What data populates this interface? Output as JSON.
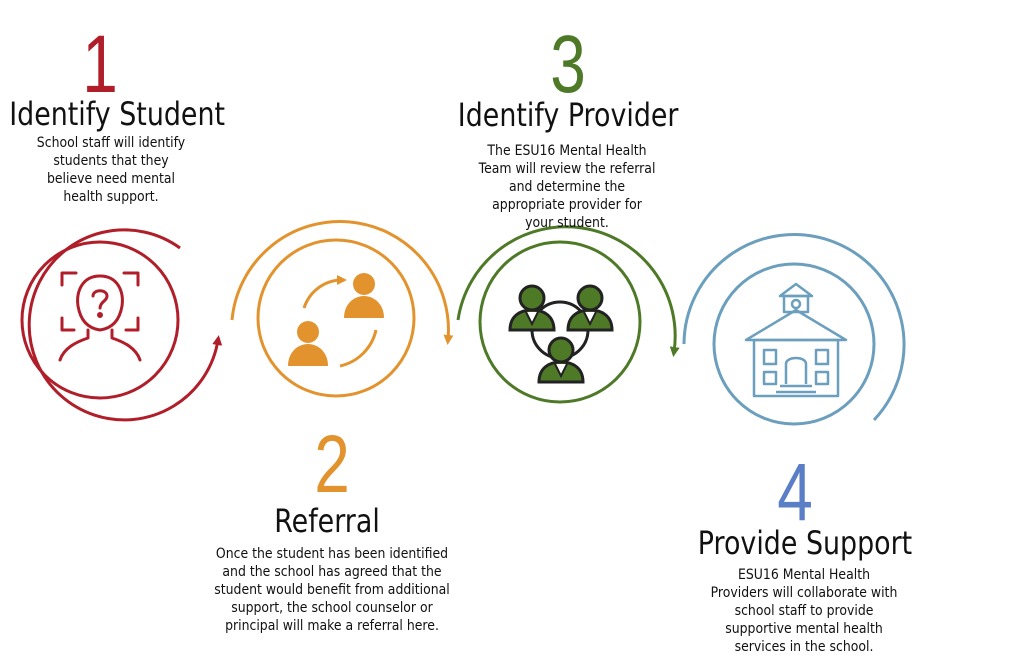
{
  "colors": {
    "step1": "#b01e2a",
    "step2": "#e3932d",
    "step3": "#4e7a27",
    "step4": "#6b9fbd",
    "num4": "#5b7fc6"
  },
  "steps": [
    {
      "number": "1",
      "title": "Identify Student",
      "description": "School staff will identify students that they believe need mental health support.",
      "icon": "person-question-icon"
    },
    {
      "number": "2",
      "title": "Referral",
      "description": "Once the student has been identified and the school has agreed that the student would benefit from additional support, the school counselor or principal will make a referral here.",
      "icon": "referral-exchange-icon"
    },
    {
      "number": "3",
      "title": "Identify Provider",
      "description": "The ESU16 Mental Health Team will review the referral and determine the appropriate provider for your student.",
      "icon": "provider-team-icon"
    },
    {
      "number": "4",
      "title": "Provide Support",
      "description": "ESU16 Mental Health Providers will collaborate with school staff to provide supportive mental health services in the school.",
      "icon": "schoolhouse-icon"
    }
  ]
}
